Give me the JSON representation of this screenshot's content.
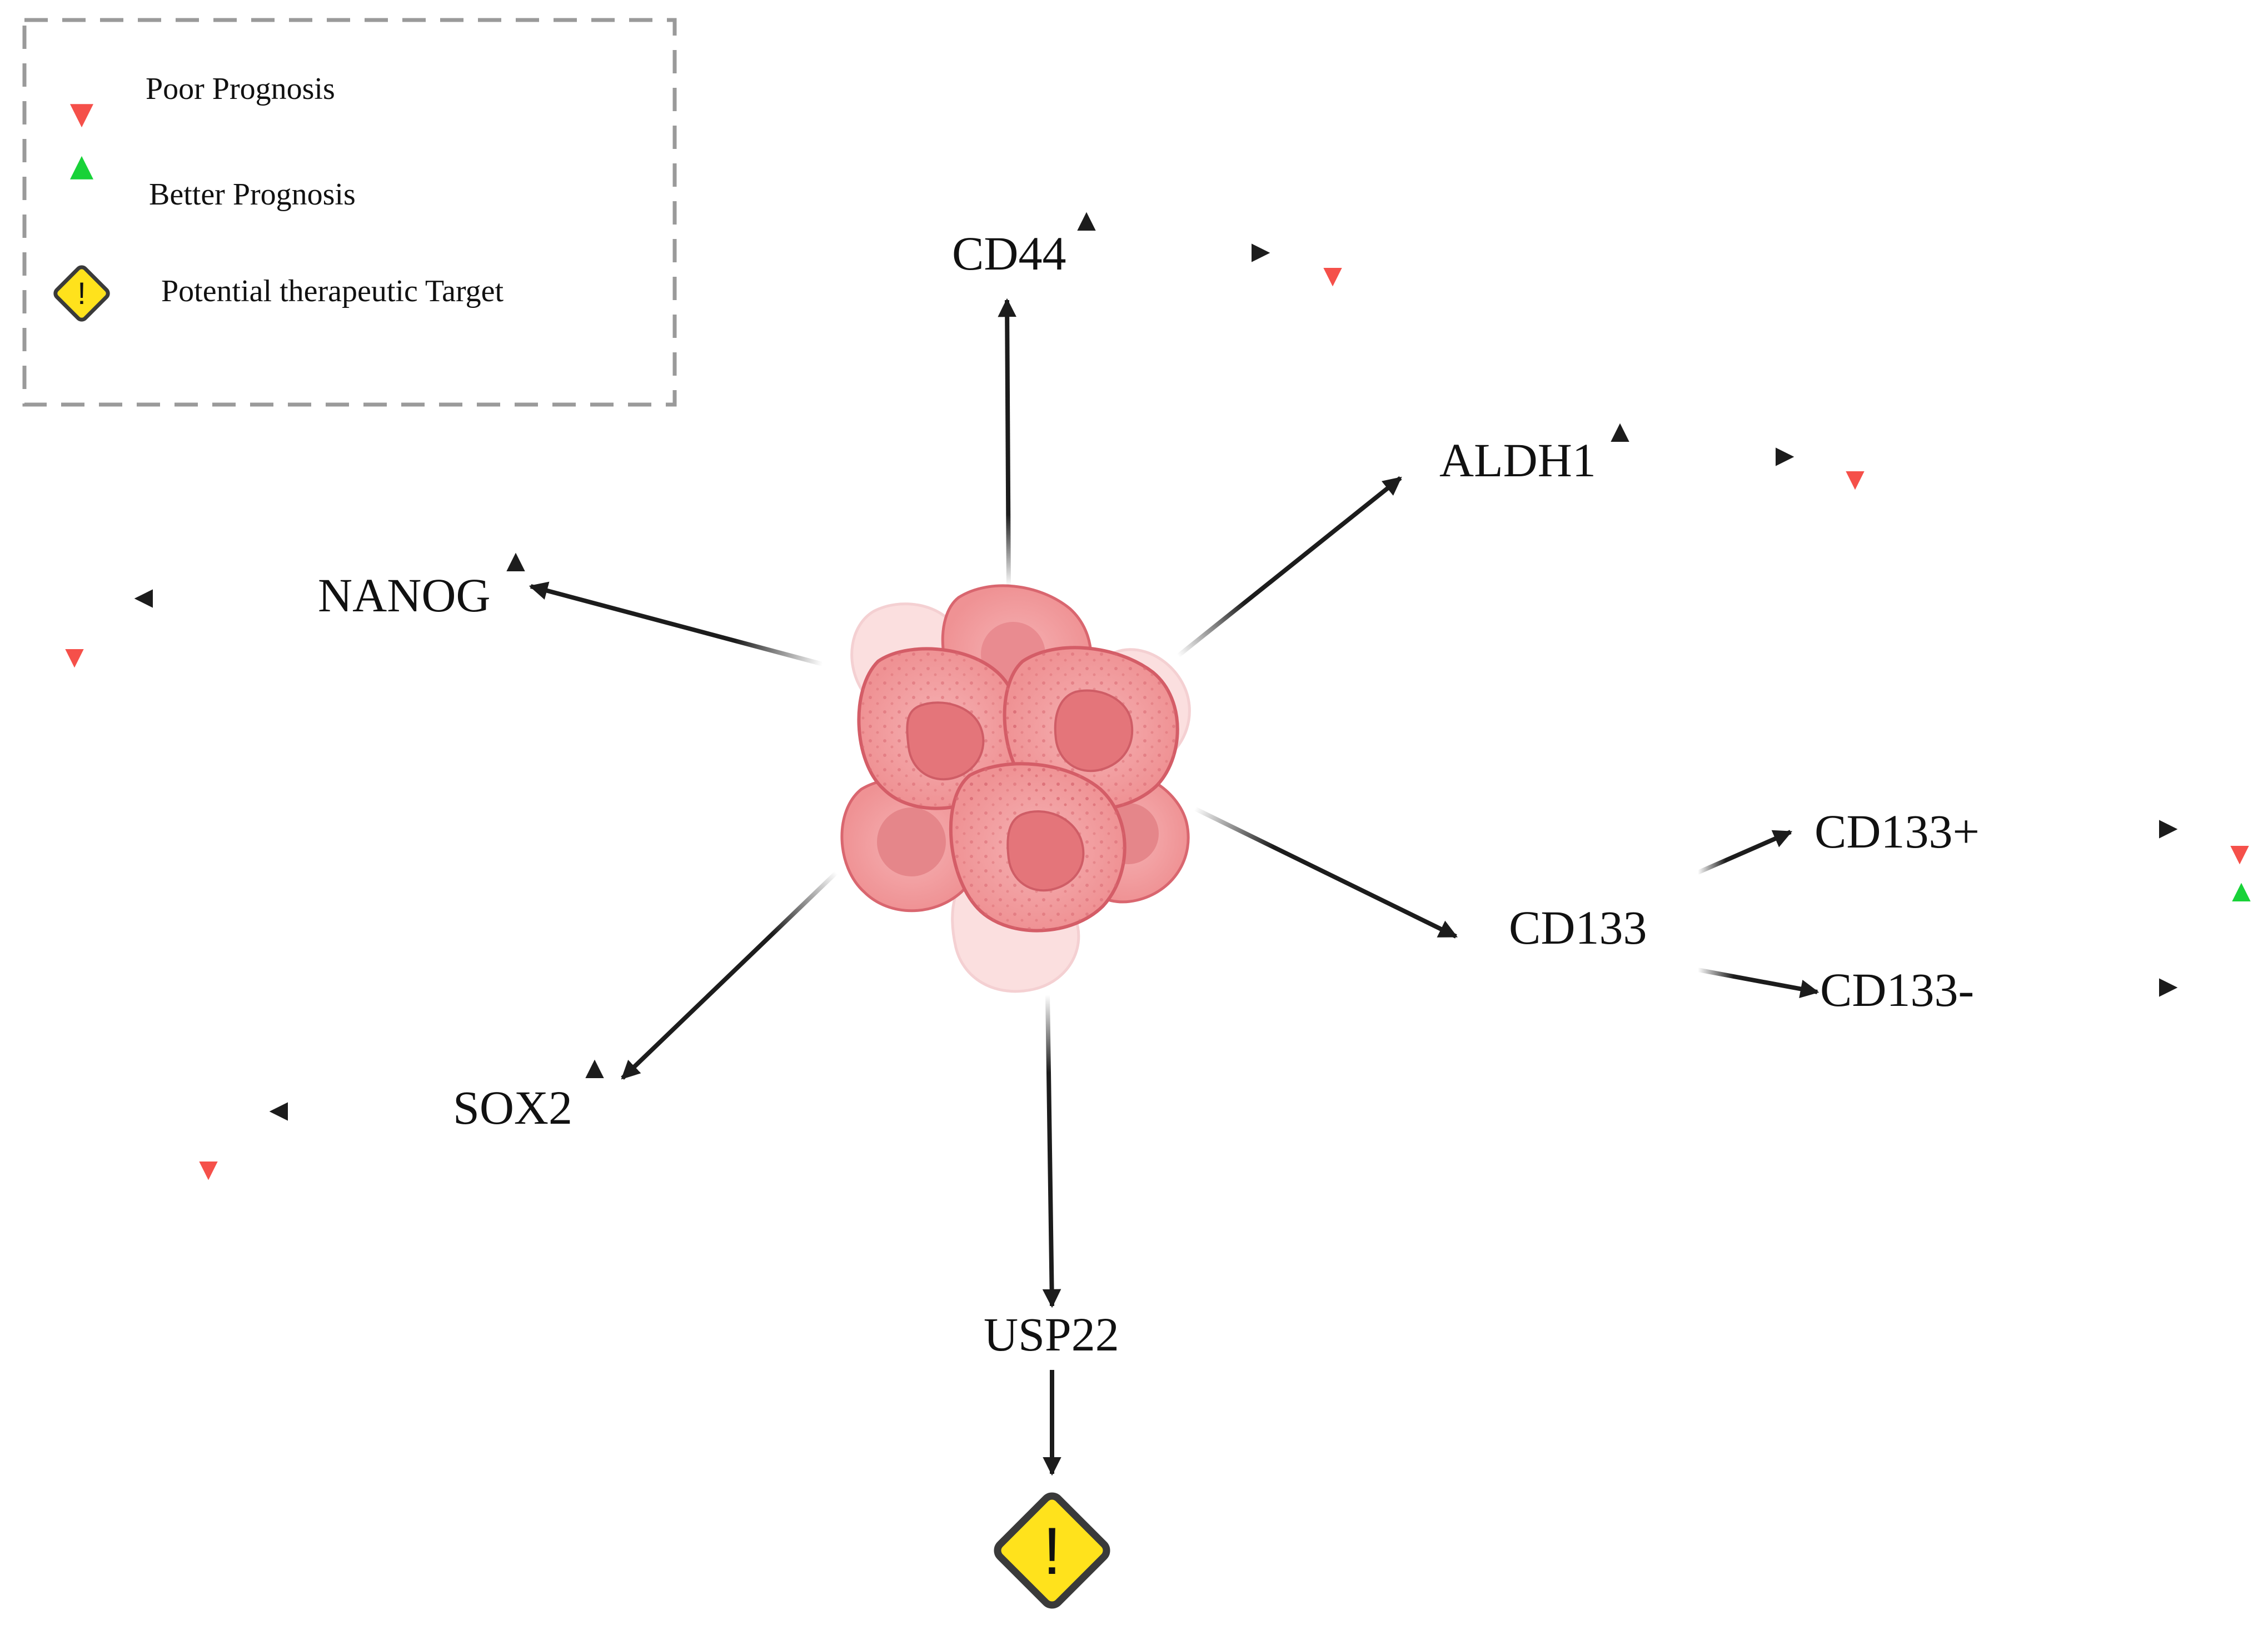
{
  "legend": {
    "poor_prognosis": "Poor Prognosis",
    "better_prognosis": "Better Prognosis",
    "therapeutic_target": "Potential therapeutic Target"
  },
  "markers": {
    "cd44": "CD44",
    "aldh1": "ALDH1",
    "nanog": "NANOG",
    "sox2": "SOX2",
    "cd133": "CD133",
    "cd133_pos": "CD133+",
    "cd133_neg": "CD133-",
    "usp22": "USP22"
  },
  "icons": {
    "warning": "!",
    "cell_cluster": "tumor-cell-cluster-icon",
    "up_arrow": "up-arrow-icon",
    "down_arrow": "down-arrow-icon"
  },
  "colors": {
    "poor": "#f5504a",
    "better": "#18d238",
    "arrow": "#1c1c1c",
    "warning_fill": "#ffe21c",
    "cell_fill": "#f4a4a6",
    "cell_nucleus": "#e4757a"
  }
}
